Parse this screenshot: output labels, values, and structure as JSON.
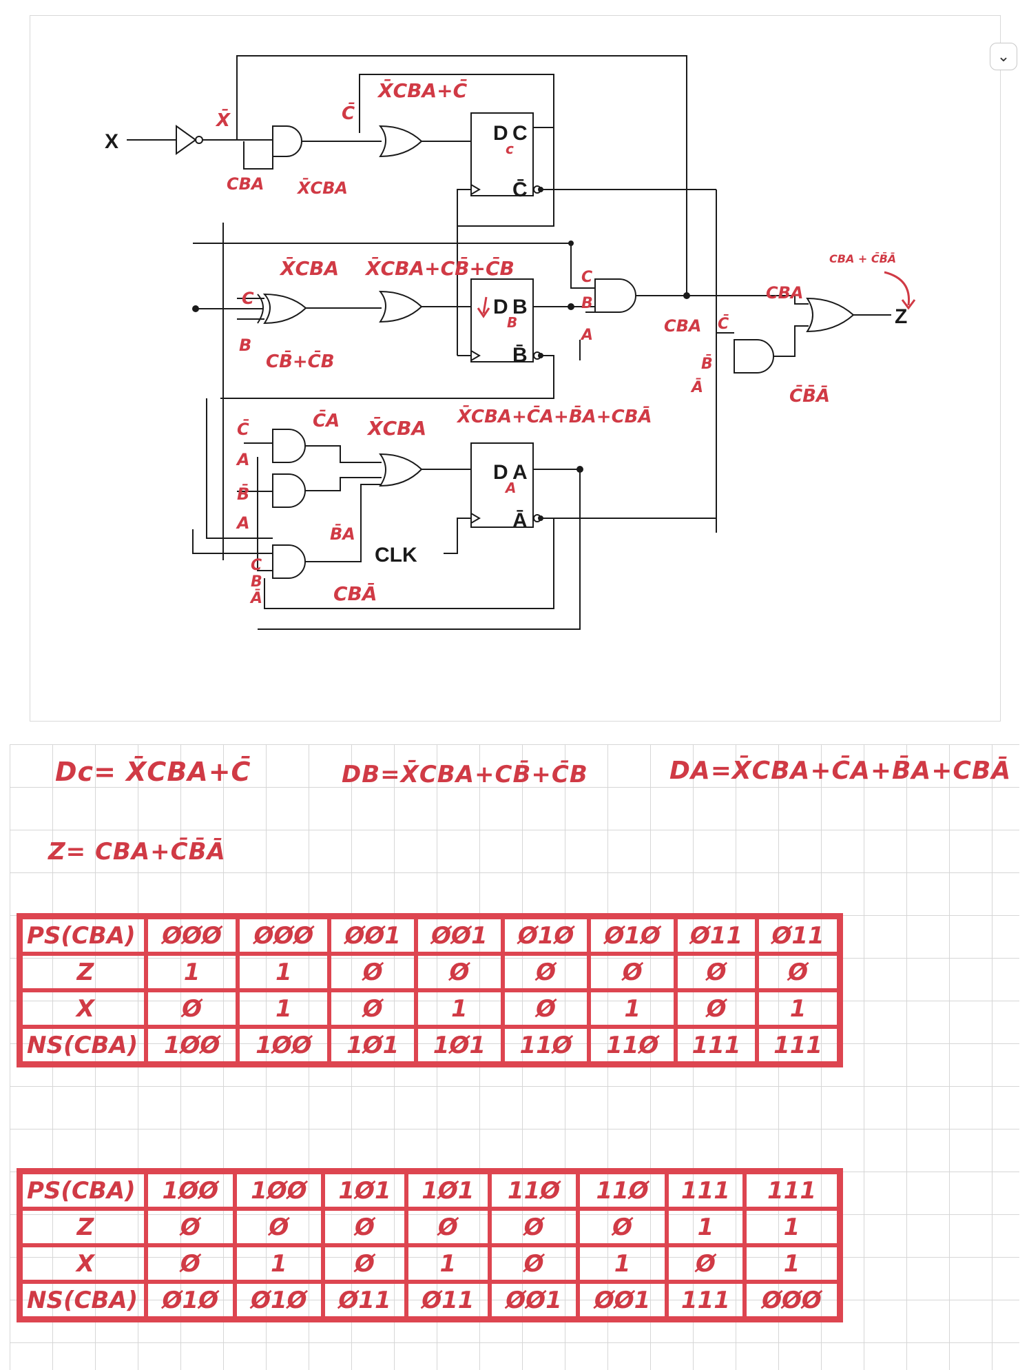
{
  "circuit": {
    "input_label": "X",
    "not_out_label": "X̄",
    "and1_inputs_label": "CBA",
    "and1_out_label": "X̄CBA",
    "or1_in_label": "C̄",
    "or1_out_label": "X̄CBA+C̄",
    "ffc_d": "D",
    "ffc_d_sub": "c",
    "ffc_q": "C",
    "ffc_qbar": "C̄",
    "mid_xcba_label": "X̄CBA",
    "or2_out_label": "X̄CBA+CB̄+C̄B",
    "xor_in_c": "C",
    "xor_in_b": "B",
    "xor_out_label": "CB̄+C̄B",
    "ffb_d": "D",
    "ffb_d_sub": "B",
    "ffb_q": "B",
    "ffb_qbar": "B̄",
    "or3_out_label": "X̄CBA+C̄A+B̄A+CBĀ",
    "and_ca_in1": "C̄",
    "and_ca_in2": "A",
    "and_ca_out": "C̄A",
    "low_xcba_label": "X̄CBA",
    "and_ba_in1": "B̄",
    "and_ba_in2": "A",
    "and_ba_out": "B̄A",
    "and_cba_in1": "C",
    "and_cba_in2": "B",
    "and_cba_in3": "Ā",
    "and_cba_out": "CBĀ",
    "ffa_d": "D",
    "ffa_d_sub": "A",
    "ffa_q": "A",
    "ffa_qbar": "Ā",
    "clk_label": "CLK",
    "and_z1_in1": "C",
    "and_z1_in2": "B",
    "and_z1_in3": "A",
    "and_z1_out": "CBA",
    "and_z2_in1": "C̄",
    "and_z2_in2": "B̄",
    "and_z2_in3": "Ā",
    "and_z2_out": "C̄B̄Ā",
    "z_sum_label": "CBA + C̄B̄Ā",
    "z_in_label": "CBA",
    "output_label": "Z"
  },
  "dropdown_icon": "chevron-down-icon",
  "notes": {
    "eq_dc": "Dc= X̄CBA+C̄",
    "eq_db": "DB=X̄CBA+CB̄+C̄B",
    "eq_da": "DA=X̄CBA+C̄A+B̄A+CBĀ",
    "eq_z": "Z= CBA+C̄B̄Ā"
  },
  "table1": {
    "rows": [
      [
        "PS(CBA)",
        "ØØØ",
        "ØØØ",
        "ØØ1",
        "ØØ1",
        "Ø1Ø",
        "Ø1Ø",
        "Ø11",
        "Ø11"
      ],
      [
        "Z",
        "1",
        "1",
        "Ø",
        "Ø",
        "Ø",
        "Ø",
        "Ø",
        "Ø"
      ],
      [
        "X",
        "Ø",
        "1",
        "Ø",
        "1",
        "Ø",
        "1",
        "Ø",
        "1"
      ],
      [
        "NS(CBA)",
        "1ØØ",
        "1ØØ",
        "1Ø1",
        "1Ø1",
        "11Ø",
        "11Ø",
        "111",
        "111"
      ]
    ]
  },
  "table2": {
    "rows": [
      [
        "PS(CBA)",
        "1ØØ",
        "1ØØ",
        "1Ø1",
        "1Ø1",
        "11Ø",
        "11Ø",
        "111",
        "111"
      ],
      [
        "Z",
        "Ø",
        "Ø",
        "Ø",
        "Ø",
        "Ø",
        "Ø",
        "1",
        "1"
      ],
      [
        "X",
        "Ø",
        "1",
        "Ø",
        "1",
        "Ø",
        "1",
        "Ø",
        "1"
      ],
      [
        "NS(CBA)",
        "Ø1Ø",
        "Ø1Ø",
        "Ø11",
        "Ø11",
        "ØØ1",
        "ØØ1",
        "111",
        "ØØØ"
      ]
    ]
  },
  "colors": {
    "ink_red": "#d03a45",
    "wire": "#1a1a1a"
  }
}
